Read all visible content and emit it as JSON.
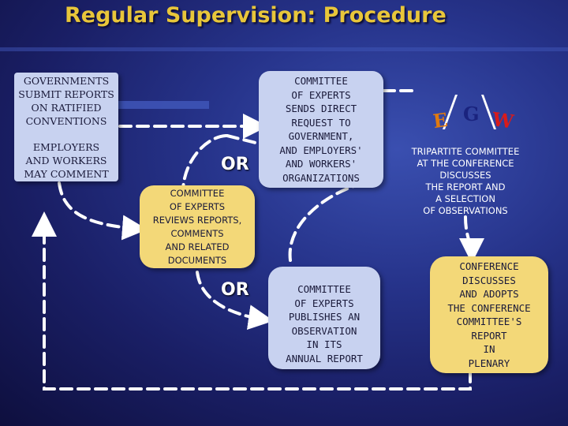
{
  "title": "Regular Supervision: Procedure",
  "governments_box": {
    "governments_text": "GOVERNMENTS\nSUBMIT REPORTS\nON RATIFIED\nCONVENTIONS",
    "employers_text": "EMPLOYERS\nAND WORKERS\nMAY COMMENT"
  },
  "or_1": "OR",
  "or_2": "OR",
  "request_box": "COMMITTEE\nOF EXPERTS\nSENDS DIRECT\nREQUEST TO\nGOVERNMENT,\nAND EMPLOYERS'\nAND WORKERS'\nORGANIZATIONS",
  "reviews_box": "COMMITTEE\nOF EXPERTS\nREVIEWS REPORTS,\nCOMMENTS\nAND RELATED\nDOCUMENTS",
  "publishes_box": "COMMITTEE\nOF EXPERTS\nPUBLISHES AN\nOBSERVATION\nIN ITS\nANNUAL REPORT",
  "egw": {
    "e": "E",
    "g": "G",
    "w": "W"
  },
  "tripartite_text": "TRIPARTITE COMMITTEE\nAT THE CONFERENCE\nDISCUSSES\nTHE REPORT AND\nA SELECTION\nOF OBSERVATIONS",
  "plenary_box": "CONFERENCE\nDISCUSSES\nAND ADOPTS\nTHE CONFERENCE\nCOMMITTEE'S\nREPORT\nIN\nPLENARY",
  "colors": {
    "title": "#e8c63a",
    "light_box": "#c8d2f0",
    "yellow_box": "#f3d878",
    "arrow": "#ffffff",
    "e_letter": "#e07a10",
    "g_letter": "#1a237e",
    "w_letter": "#d81b1b"
  }
}
